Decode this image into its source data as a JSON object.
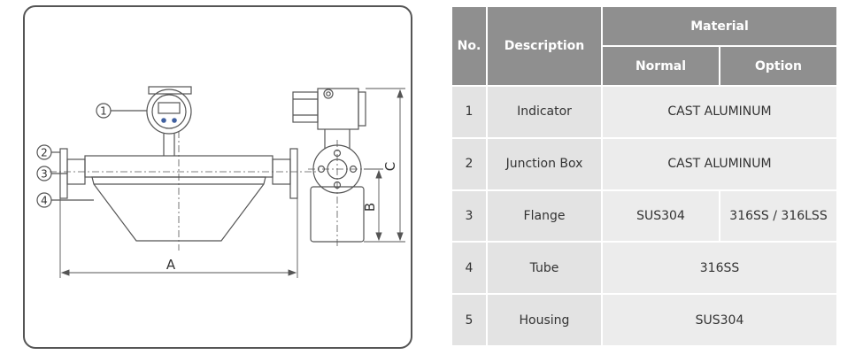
{
  "drawing": {
    "callouts": [
      "1",
      "2",
      "3",
      "4"
    ],
    "dims": {
      "a": "A",
      "b": "B",
      "c": "C"
    }
  },
  "table": {
    "headers": {
      "no": "No.",
      "description": "Description",
      "material": "Material",
      "normal": "Normal",
      "option": "Option"
    },
    "rows": [
      {
        "no": "1",
        "description": "Indicator",
        "material": "CAST ALUMINUM"
      },
      {
        "no": "2",
        "description": "Junction Box",
        "material": "CAST ALUMINUM"
      },
      {
        "no": "3",
        "description": "Flange",
        "normal": "SUS304",
        "option": "316SS / 316LSS"
      },
      {
        "no": "4",
        "description": "Tube",
        "material": "316SS"
      },
      {
        "no": "5",
        "description": "Housing",
        "material": "SUS304"
      }
    ]
  },
  "colors": {
    "header_bg": "#8f8f8f",
    "cell_bg": "#e3e3e3",
    "line": "#555555"
  }
}
